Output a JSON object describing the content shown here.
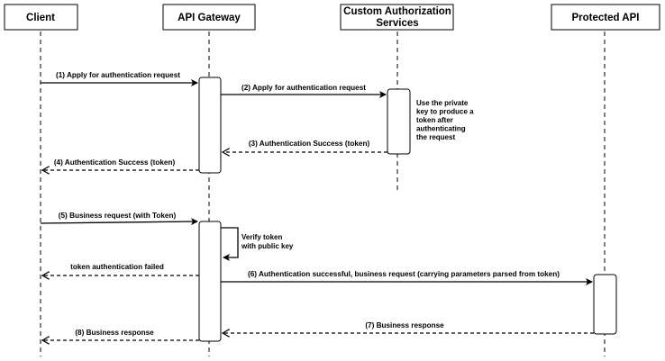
{
  "actors": {
    "client": "Client",
    "gateway": "API Gateway",
    "auth_line1": "Custom Authorization",
    "auth_line2": "Services",
    "protected": "Protected API"
  },
  "messages": {
    "m1": "(1) Apply for authentication request",
    "m2": "(2) Apply for authentication request",
    "m3": "(3) Authentication Success (token)",
    "m4": "(4) Authentication Success (token)",
    "m5": "(5) Business request (with Token)",
    "m_fail": "token authentication failed",
    "m6": "(6) Authentication successful, business request (carrying parameters parsed from token)",
    "m7": "(7) Business response",
    "m8": "(8) Business response"
  },
  "notes": {
    "private_key": [
      "Use the private",
      "key to produce a",
      "token after",
      "authenticating",
      "the request"
    ],
    "verify": [
      "Verify token",
      "with public key"
    ]
  }
}
